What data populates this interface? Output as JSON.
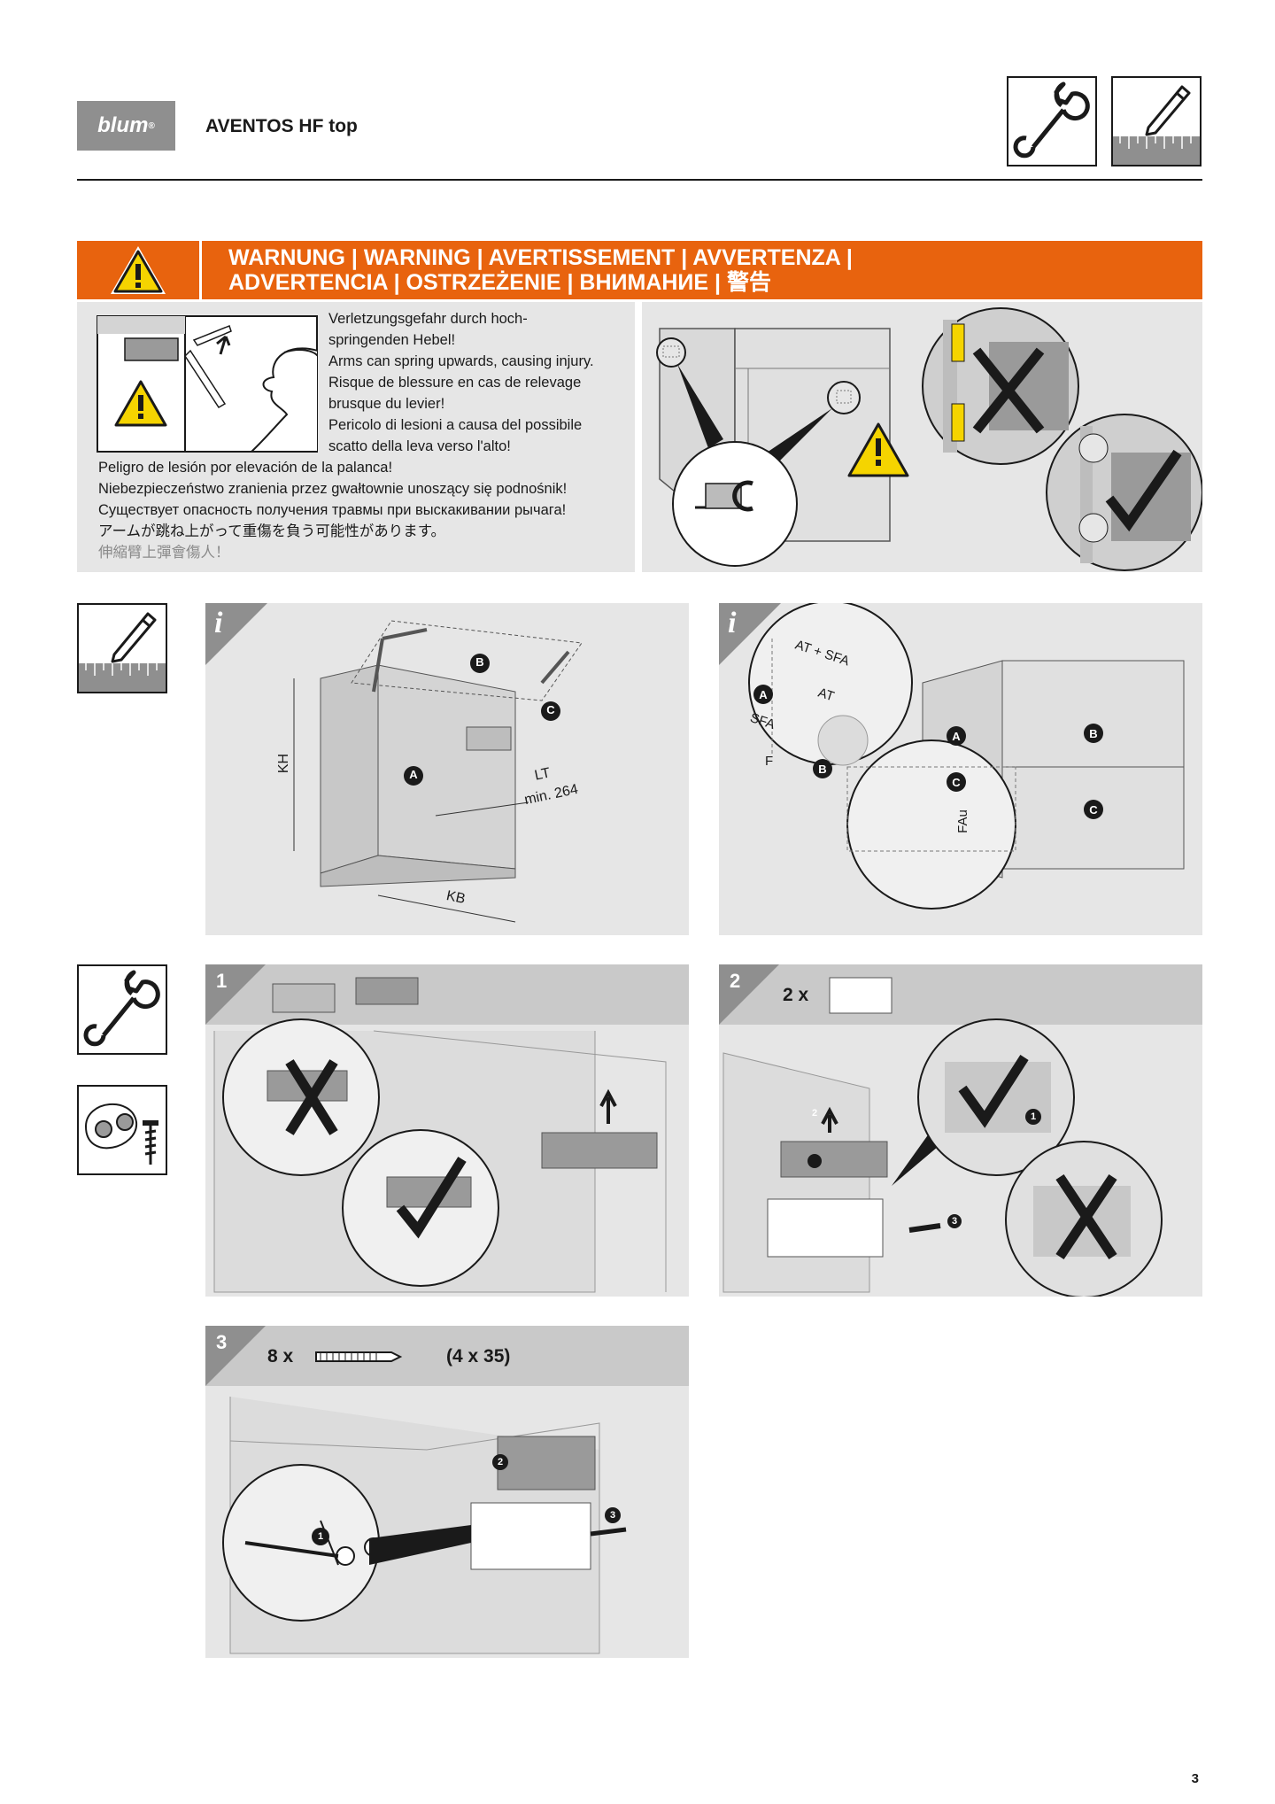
{
  "header": {
    "logo_text": "blum",
    "logo_sup": "®",
    "title": "AVENTOS HF top",
    "icons": [
      "wrench-icon",
      "pencil-ruler-icon"
    ]
  },
  "warning": {
    "title_line1": "WARNUNG | WARNING | AVERTISSEMENT | AVVERTENZA |",
    "title_line2": "ADVERTENCIA | OSTRZEŻENIE | ВНИМАНИЕ | 警告",
    "texts_right_of_image": [
      "Verletzungsgefahr durch hoch-",
      "springenden Hebel!",
      "Arms can spring upwards, causing injury.",
      "Risque de blessure en cas de relevage",
      "brusque du levier!",
      "Pericolo di lesioni a causa del possibile",
      "scatto della leva verso l'alto!"
    ],
    "texts_full_width": [
      "Peligro de lesión por elevación de la palanca!",
      "Niebezpieczeństwo zranienia przez gwałtownie unoszący się podnośnik!",
      "Существует опасность получения травмы при выскакивании рычага!",
      "アームが跳ね上がって重傷を負う可能性があります。"
    ],
    "text_gray": "伸縮臂上彈會傷人！"
  },
  "planning_left": {
    "info_mark": "i",
    "labels": {
      "kh": "KH",
      "kb": "KB",
      "lt": "LT",
      "lt_min": "min. 264",
      "a": "A",
      "b": "B",
      "c": "C"
    }
  },
  "planning_right": {
    "info_mark": "i",
    "labels": {
      "at_sfa": "AT + SFA",
      "at": "AT",
      "sfa": "SFA",
      "f": "F",
      "fau": "FAu",
      "a": "A",
      "b": "B",
      "c": "C"
    }
  },
  "side_icons": [
    "pencil-ruler-icon",
    "wrench-icon",
    "screw-dowel-icon"
  ],
  "step1": {
    "number": "1"
  },
  "step2": {
    "number": "2",
    "quantity": "2 x",
    "callouts": [
      "1",
      "2",
      "3"
    ]
  },
  "step3": {
    "number": "3",
    "quantity": "8 x",
    "screw_size": "(4 x 35)",
    "callouts": [
      "1",
      "2",
      "3"
    ]
  },
  "page_number": "3",
  "colors": {
    "accent": "#e8630e",
    "panel": "#e6e6e6",
    "panel_header": "#c9c9c9",
    "corner": "#8f8f8f",
    "yellow": "#f5d400"
  }
}
